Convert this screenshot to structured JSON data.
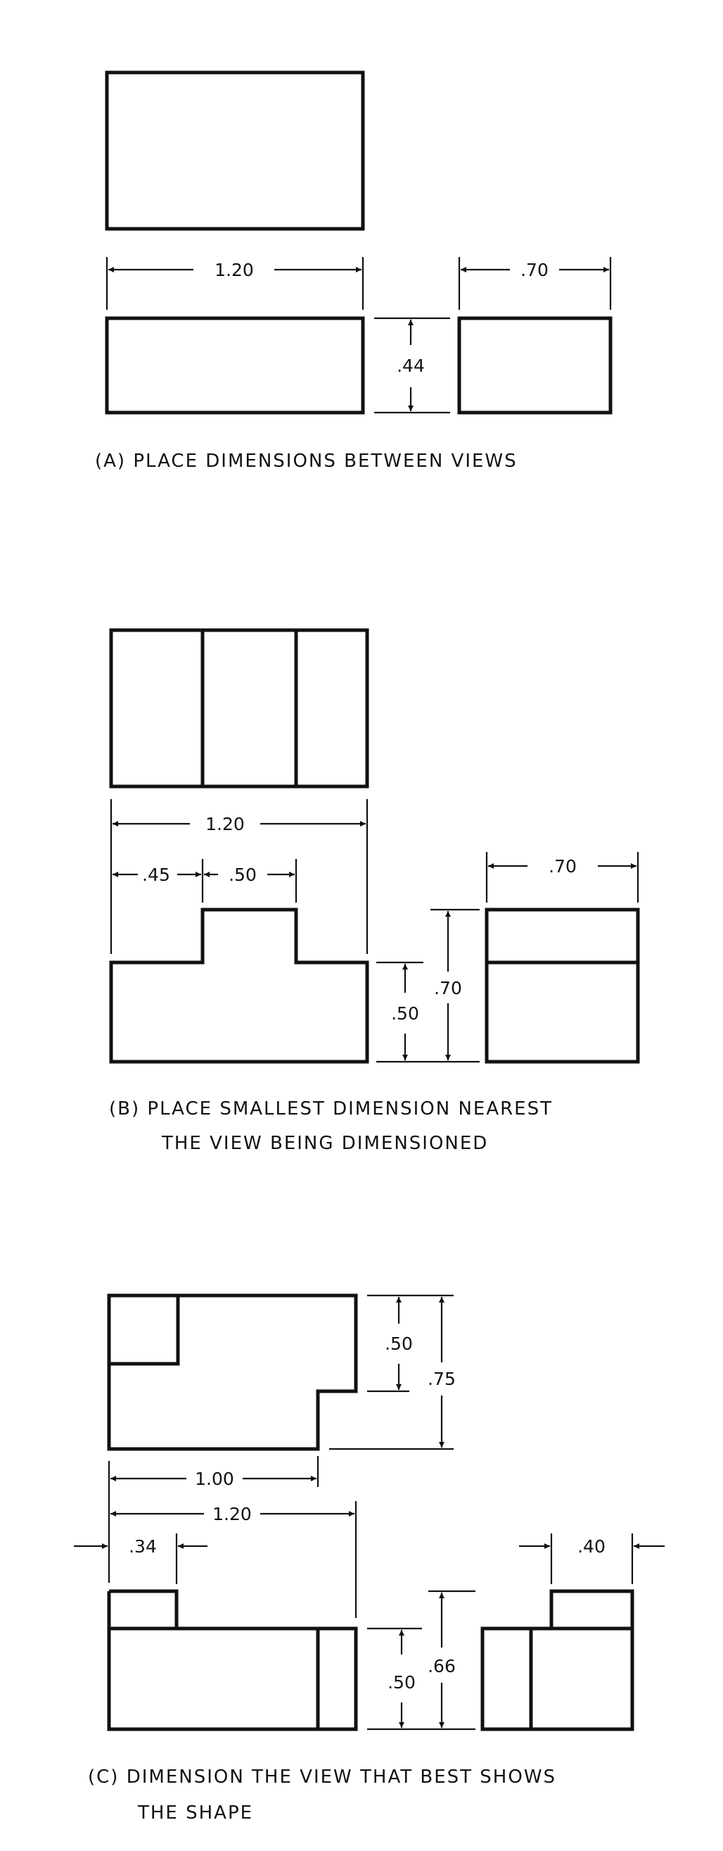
{
  "figure_a": {
    "dims": {
      "width": "1.20",
      "depth": ".70",
      "height": ".44"
    },
    "caption": "(A)  PLACE DIMENSIONS BETWEEN VIEWS"
  },
  "figure_b": {
    "dims": {
      "width": "1.20",
      "left_step": ".45",
      "boss": ".50",
      "depth": ".70",
      "height_total": ".70",
      "height_base": ".50"
    },
    "caption_line1": "(B)  PLACE SMALLEST DIMENSION NEAREST",
    "caption_line2": "THE VIEW BEING DIMENSIONED"
  },
  "figure_c": {
    "dims": {
      "notch_depth": ".50",
      "total_depth": ".75",
      "notch_length": "1.00",
      "width": "1.20",
      "step_left": ".34",
      "step_right": ".40",
      "base_height": ".50",
      "total_height": ".66"
    },
    "caption_line1": "(C)  DIMENSION THE VIEW THAT BEST SHOWS",
    "caption_line2": "THE SHAPE"
  }
}
